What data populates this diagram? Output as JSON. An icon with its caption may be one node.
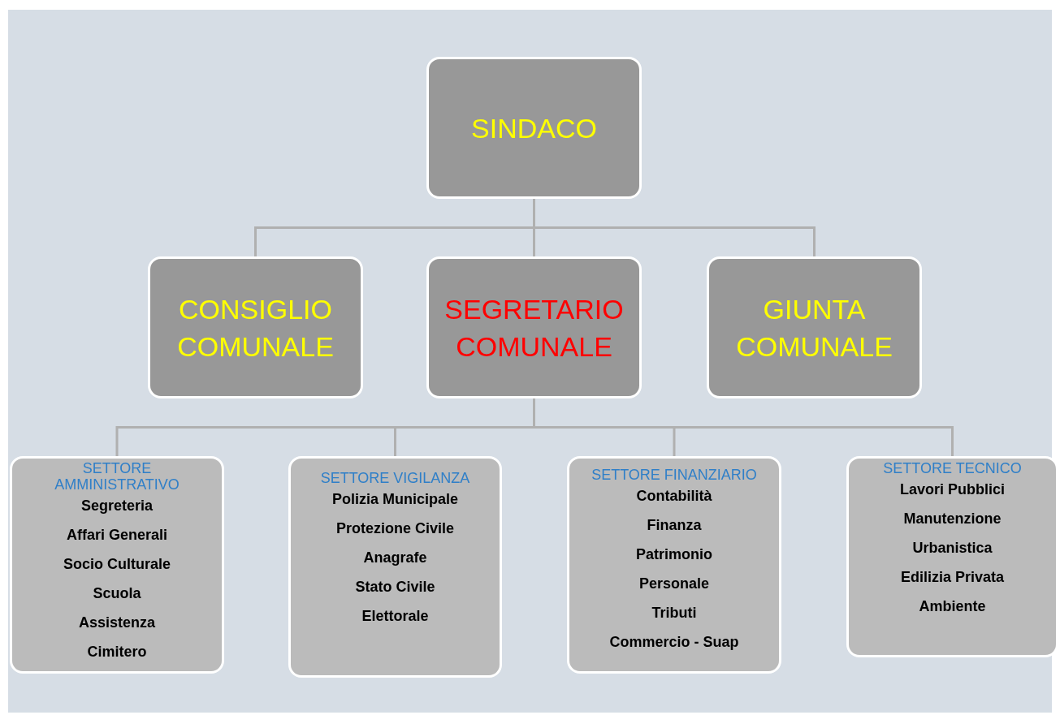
{
  "diagram": {
    "nodes": [
      {
        "text": [
          "SINDACO"
        ]
      },
      {
        "text": [
          "CONSIGLIO COMUNALE"
        ]
      },
      {
        "text": [
          "SEGRETARIO COMUNALE"
        ]
      },
      {
        "text": [
          "GIUNTA COMUNALE"
        ]
      },
      {
        "text": [
          "SETTORE AMMINISTRATIVO",
          "Segreteria",
          "Affari Generali",
          "Socio Culturale",
          "Scuola",
          "Assistenza",
          "Cimitero"
        ]
      },
      {
        "text": [
          "SETTORE VIGILANZA",
          "Polizia Municipale",
          "Protezione Civile",
          "Anagrafe",
          "Stato Civile",
          "Elettorale"
        ]
      },
      {
        "text": [
          "SETTORE FINANZIARIO",
          "Contabilità",
          "Finanza",
          "Patrimonio",
          "Personale",
          "Tributi",
          "Commercio - Suap"
        ]
      },
      {
        "text": [
          "SETTORE TECNICO",
          "Lavori Pubblici",
          "Manutenzione",
          "Urbanistica",
          "Edilizia Privata",
          "Ambiente"
        ]
      }
    ],
    "edges": [
      {
        "from": 0,
        "to": 1,
        "arrow": "none"
      },
      {
        "from": 0,
        "to": 2,
        "arrow": "none"
      },
      {
        "from": 0,
        "to": 3,
        "arrow": "none"
      },
      {
        "from": 2,
        "to": 4,
        "arrow": "none"
      },
      {
        "from": 2,
        "to": 5,
        "arrow": "none"
      },
      {
        "from": 2,
        "to": 6,
        "arrow": "none"
      },
      {
        "from": 2,
        "to": 7,
        "arrow": "none"
      }
    ]
  }
}
